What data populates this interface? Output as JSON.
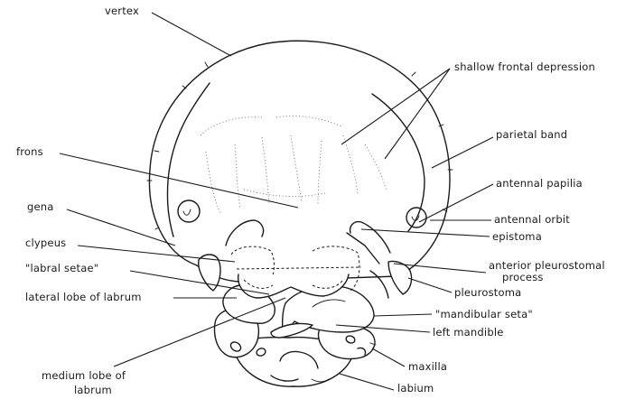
{
  "labels": {
    "vertex": "vertex",
    "shallow_frontal_depression": "shallow frontal depression",
    "frons": "frons",
    "parietal_band": "parietal band",
    "antennal_papilla": "antennal papilia",
    "gena": "gena",
    "antennal_orbit": "antennal orbit",
    "clypeus": "clypeus",
    "epistoma": "epistoma",
    "labral_setae": "\"labral setae\"",
    "anterior_pleurostomal": "anterior pleurostomal",
    "process": "process",
    "lateral_lobe_of_labrum": "lateral lobe of labrum",
    "pleurostoma": "pleurostoma",
    "mandibular_seta": "\"mandibular seta\"",
    "left_mandible": "left mandible",
    "maxilla": "maxilla",
    "medium_lobe_of": "medium lobe of",
    "labrum": "labrum",
    "labium": "labium"
  }
}
